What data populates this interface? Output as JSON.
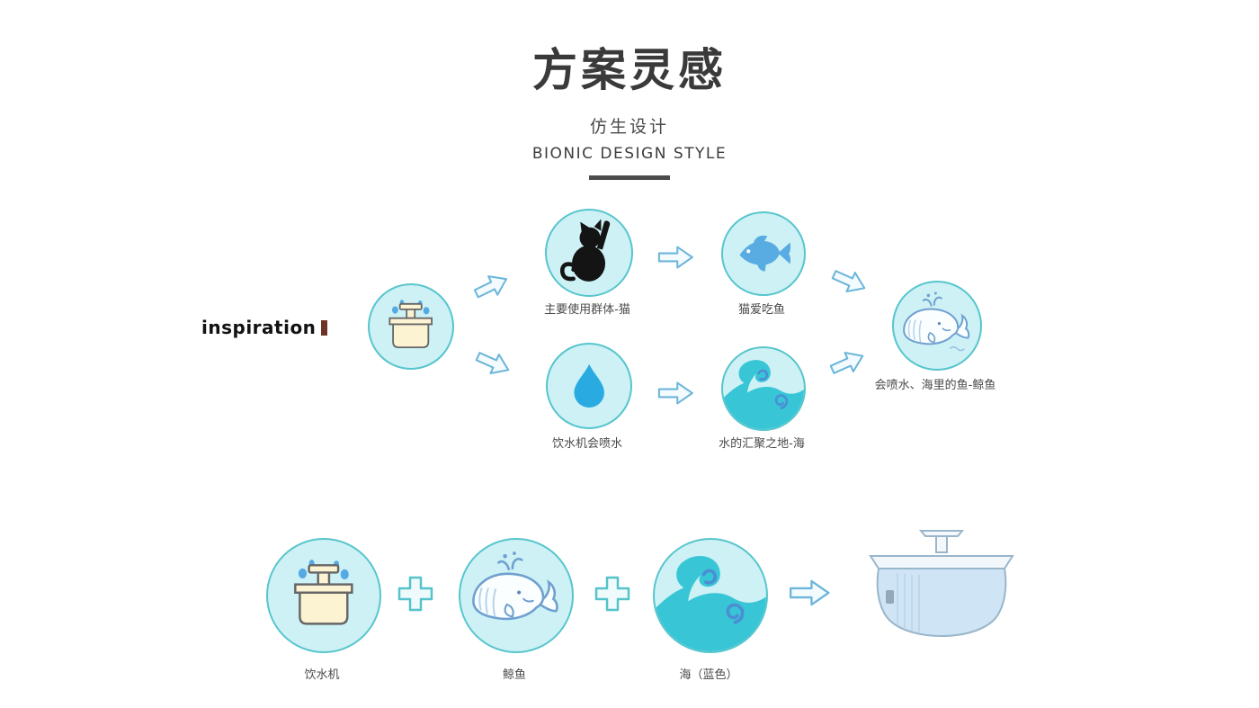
{
  "header": {
    "title": "方案灵感",
    "subtitle_cn": "仿生设计",
    "subtitle_en": "BIONIC DESIGN STYLE"
  },
  "section_label": "inspiration",
  "flow": {
    "labels": {
      "cat": "主要使用群体-猫",
      "fish": "猫爱吃鱼",
      "drop": "饮水机会喷水",
      "wave": "水的汇聚之地-海",
      "whale": "会喷水、海里的鱼-鲸鱼"
    }
  },
  "formula": {
    "dispenser": "饮水机",
    "whale": "鲸鱼",
    "sea": "海（蓝色）"
  },
  "colors": {
    "circle_fill": "#cdf1f5",
    "circle_border": "#57c5cd",
    "drop_blue": "#29abe2",
    "fish_blue": "#58ace2",
    "wave_cyan": "#38c6d6",
    "swirl_blue": "#4a8fd4",
    "whale_outline": "#6fa0cf",
    "dispenser_cream": "#fcf3d3",
    "title_gray": "#3a3a3a",
    "inspiration_bar": "#6e3526"
  }
}
